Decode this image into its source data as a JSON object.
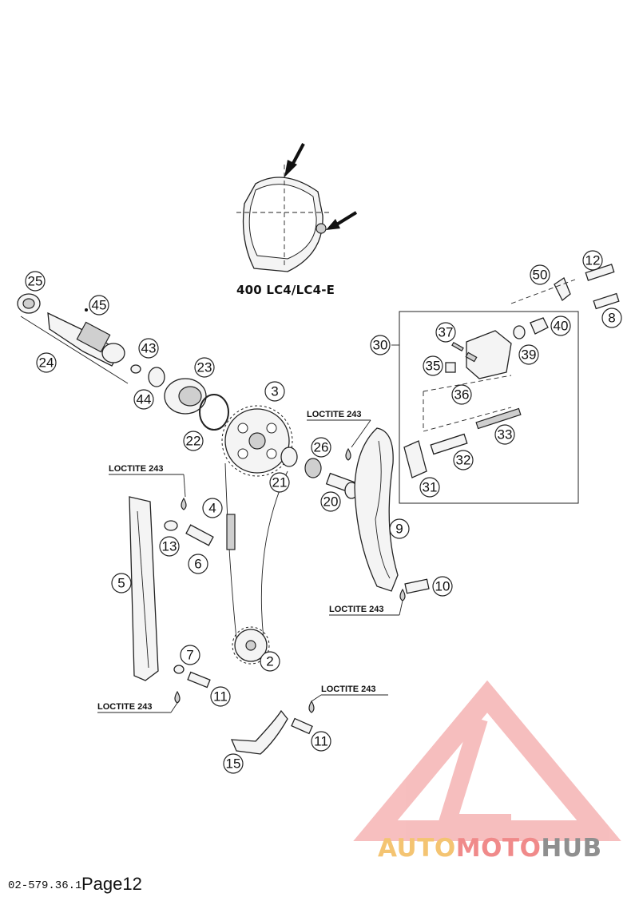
{
  "diagram": {
    "variant_label": "400 LC4/LC4-E",
    "loctite_label": "LOCTITE 243",
    "callouts": [
      "25",
      "45",
      "24",
      "43",
      "44",
      "23",
      "22",
      "3",
      "21",
      "26",
      "20",
      "4",
      "13",
      "6",
      "5",
      "7",
      "11",
      "2",
      "15",
      "9",
      "10",
      "30",
      "37",
      "35",
      "36",
      "39",
      "40",
      "8",
      "12",
      "50",
      "33",
      "32",
      "31"
    ]
  },
  "footer": {
    "doc_number": "02-579.36.1",
    "page": "Page12"
  },
  "watermark": {
    "part1": "AUTO",
    "part2": "MOTO",
    "part3": "HUB",
    "colors": {
      "auto": "#f4c472",
      "moto": "#f08a8a",
      "hub": "#8f8f8f"
    }
  }
}
